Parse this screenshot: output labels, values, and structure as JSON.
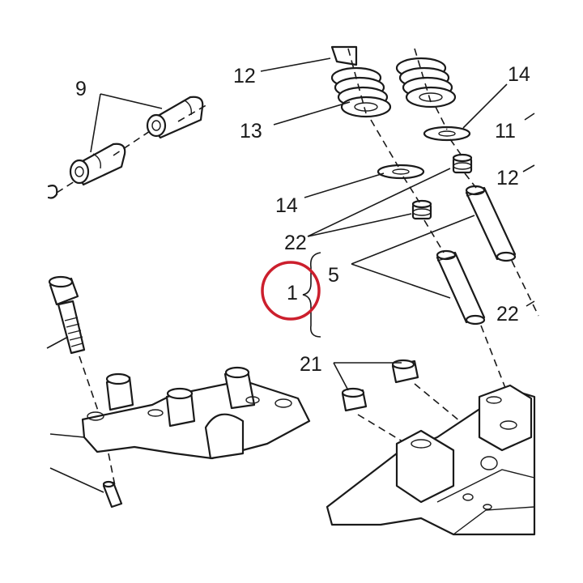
{
  "diagram": {
    "labels": {
      "l9": "9",
      "l12a": "12",
      "l13": "13",
      "l14a": "14",
      "l14b": "14",
      "l11": "11",
      "l12b": "12",
      "l22a": "22",
      "l22b": "22",
      "l5": "5",
      "l1": "1",
      "l21": "21"
    },
    "highlight_color": "#cc1f2d",
    "line_color": "#1a1a1a"
  }
}
